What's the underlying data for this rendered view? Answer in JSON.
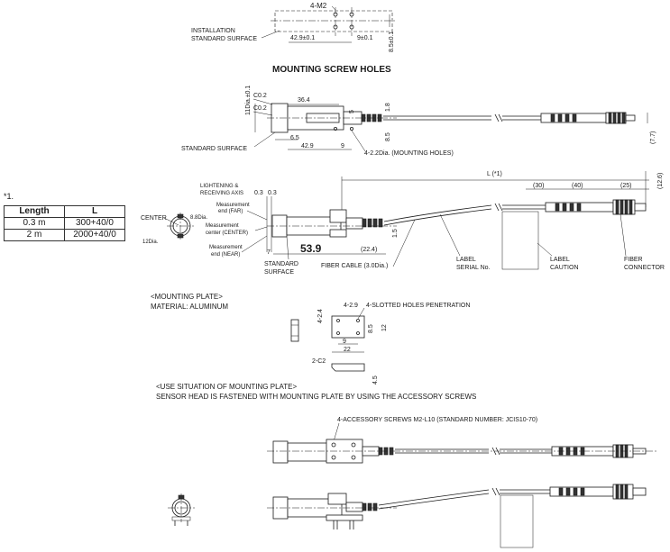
{
  "screw_holes": {
    "title": "MOUNTING SCREW HOLES",
    "installation_label_1": "INSTALLATION",
    "installation_label_2": "STANDARD SURFACE",
    "dim_4m2": "4-M2",
    "dim_429": "42.9±0.1",
    "dim_9": "9±0.1",
    "dim_85": "8.5±0.1"
  },
  "top_view": {
    "dim_11dia": "11Dia.±0.1",
    "dim_c02_a": "C0.2",
    "dim_c02_b": "C0.2",
    "dim_364": "36.4",
    "dim_5": "5",
    "dim_18": "1.8",
    "dim_65": "6.5",
    "dim_429": "42.9",
    "dim_9": "9",
    "dim_85": "8.5",
    "dim_77": "(7.7)",
    "standard_surface": "STANDARD SURFACE",
    "mounting_holes": "4-2.2Dia. (MOUNTING HOLES)"
  },
  "side_view": {
    "dim_L": "L (*1)",
    "dim_30": "(30)",
    "dim_40": "(40)",
    "dim_25": "(25)",
    "dim_126": "(12.6)",
    "lightening_1": "LIGHTENING &",
    "lightening_2": "RECEIVING AXIS",
    "dim_03a": "0.3",
    "dim_03b": "0.3",
    "meas_far_1": "Measurement",
    "meas_far_2": "end (FAR)",
    "meas_center_1": "Measurement",
    "meas_center_2": "center (CENTER)",
    "meas_near_1": "Measurement",
    "meas_near_2": "end (NEAR)",
    "center": "CENTER",
    "dim_88": "8.8Dia.",
    "dim_12dia": "12Dia.",
    "dim_7": "7",
    "dim_539": "53.9",
    "dim_224": "(22.4)",
    "dim_15": "1.5",
    "standard_surface_1": "STANDARD",
    "standard_surface_2": "SURFACE",
    "fiber_cable": "FIBER CABLE (3.0Dia.)",
    "label_serial_1": "LABEL",
    "label_serial_2": "SERIAL No.",
    "label_caution_1": "LABEL",
    "label_caution_2": "CAUTION",
    "fiber_connector_1": "FIBER",
    "fiber_connector_2": "CONNECTOR"
  },
  "length_table": {
    "note": "*1.",
    "headers": [
      "Length",
      "L"
    ],
    "rows": [
      [
        "0.3 m",
        "300+40/0"
      ],
      [
        "2 m",
        "2000+40/0"
      ]
    ]
  },
  "mounting_plate": {
    "title_1": "<MOUNTING PLATE>",
    "title_2": "MATERIAL: ALUMINUM",
    "dim_424": "4-2.4",
    "dim_429": "4-2.9",
    "slotted": "4-SLOTTED HOLES PENETRATION",
    "dim_85": "8.5",
    "dim_12": "12",
    "dim_9": "9",
    "dim_22": "22",
    "dim_2c2": "2-C2",
    "dim_45": "4.5"
  },
  "use_situation": {
    "title_1": "<USE SITUATION OF MOUNTING PLATE>",
    "title_2": "SENSOR HEAD IS FASTENED WITH MOUNTING PLATE BY USING THE ACCESSORY SCREWS",
    "screws": "4-ACCESSORY SCREWS M2-L10 (STANDARD NUMBER: JCIS10-70)"
  }
}
